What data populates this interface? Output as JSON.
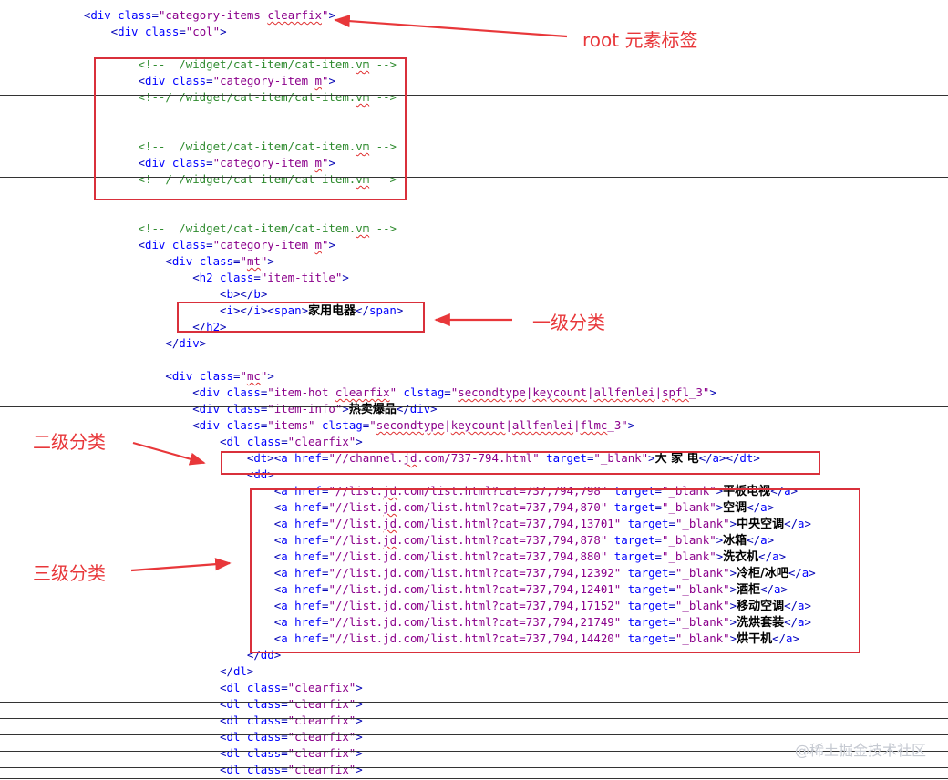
{
  "code_lines": [
    {
      "indent": "    ",
      "html": "&lt;<span class='k'>div</span> <span class='k'>class</span>=<span class='v'>\"category-items <span class='sq'>clearfix</span>\"</span>&gt;"
    },
    {
      "indent": "        ",
      "html": "&lt;<span class='k'>div</span> <span class='k'>class</span>=<span class='v'>\"col\"</span>&gt;"
    },
    {
      "indent": "",
      "html": ""
    },
    {
      "indent": "            ",
      "html": "<span class='c'>&lt;!--  /widget/cat-item/cat-item.<span class='sq'>vm</span> --&gt;</span>"
    },
    {
      "indent": "            ",
      "html": "&lt;<span class='k'>div</span> <span class='k'>class</span>=<span class='v'>\"category-item <span class='sq'>m</span>\"</span>&gt;"
    },
    {
      "indent": "            ",
      "html": "<span class='c'>&lt;!--/ /widget/cat-item/cat-item.<span class='sq'>vm</span> --&gt;</span>"
    },
    {
      "indent": "",
      "html": ""
    },
    {
      "indent": "",
      "html": ""
    },
    {
      "indent": "            ",
      "html": "<span class='c'>&lt;!--  /widget/cat-item/cat-item.<span class='sq'>vm</span> --&gt;</span>"
    },
    {
      "indent": "            ",
      "html": "&lt;<span class='k'>div</span> <span class='k'>class</span>=<span class='v'>\"category-item <span class='sq'>m</span>\"</span>&gt;"
    },
    {
      "indent": "            ",
      "html": "<span class='c'>&lt;!--/ /widget/cat-item/cat-item.<span class='sq'>vm</span> --&gt;</span>"
    },
    {
      "indent": "",
      "html": ""
    },
    {
      "indent": "",
      "html": ""
    },
    {
      "indent": "            ",
      "html": "<span class='c'>&lt;!--  /widget/cat-item/cat-item.<span class='sq'>vm</span> --&gt;</span>"
    },
    {
      "indent": "            ",
      "html": "&lt;<span class='k'>div</span> <span class='k'>class</span>=<span class='v'>\"category-item <span class='sq'>m</span>\"</span>&gt;"
    },
    {
      "indent": "                ",
      "html": "&lt;<span class='k'>div</span> <span class='k'>class</span>=<span class='v'>\"<span class='sq'>mt</span>\"</span>&gt;"
    },
    {
      "indent": "                    ",
      "html": "&lt;<span class='k'>h2</span> <span class='k'>class</span>=<span class='v'>\"item-title\"</span>&gt;"
    },
    {
      "indent": "                        ",
      "html": "&lt;<span class='k'>b</span>&gt;&lt;/<span class='k'>b</span>&gt;"
    },
    {
      "indent": "                        ",
      "html": "&lt;<span class='k'>i</span>&gt;&lt;/<span class='k'>i</span>&gt;&lt;<span class='k'>span</span>&gt;<span class='t'>家用电器</span>&lt;/<span class='k'>span</span>&gt;"
    },
    {
      "indent": "                    ",
      "html": "&lt;/<span class='k'>h2</span>&gt;"
    },
    {
      "indent": "                ",
      "html": "&lt;/<span class='k'>div</span>&gt;"
    },
    {
      "indent": "",
      "html": ""
    },
    {
      "indent": "                ",
      "html": "&lt;<span class='k'>div</span> <span class='k'>class</span>=<span class='v'>\"<span class='sq'>mc</span>\"</span>&gt;"
    },
    {
      "indent": "                    ",
      "html": "&lt;<span class='k'>div</span> <span class='k'>class</span>=<span class='v'>\"item-hot <span class='sq'>clearfix</span>\"</span> <span class='k'>clstag</span>=<span class='v'>\"<span class='sq'>secondtype</span>|<span class='sq'>keycount</span>|<span class='sq'>allfenlei</span>|<span class='sq'>spfl</span>_3\"</span>&gt;"
    },
    {
      "indent": "                    ",
      "html": "&lt;<span class='k'>div</span> <span class='k'>class</span>=<span class='v'>\"item-info\"</span>&gt;<span class='t'>热卖爆品</span>&lt;/<span class='k'>div</span>&gt;"
    },
    {
      "indent": "                    ",
      "html": "&lt;<span class='k'>div</span> <span class='k'>class</span>=<span class='v'>\"items\"</span> <span class='k'>clstag</span>=<span class='v'>\"<span class='sq'>secondtype</span>|<span class='sq'>keycount</span>|<span class='sq'>allfenlei</span>|<span class='sq'>flmc</span>_3\"</span>&gt;"
    },
    {
      "indent": "                        ",
      "html": "&lt;<span class='k'>dl</span> <span class='k'>class</span>=<span class='v'>\"clearfix\"</span>&gt;"
    },
    {
      "indent": "                            ",
      "html": "&lt;<span class='k'>dt</span>&gt;&lt;<span class='k'>a</span> <span class='k'>href</span>=<span class='v'>\"//channel.<span class='sq'>jd</span>.com/737-794.html\"</span> <span class='k'>target</span>=<span class='v'>\"_blank\"</span>&gt;<span class='t'>大 家 电</span>&lt;/<span class='k'>a</span>&gt;&lt;/<span class='k'>dt</span>&gt;"
    },
    {
      "indent": "                            ",
      "html": "&lt;<span class='k'>dd</span>&gt;"
    },
    {
      "indent": "                                ",
      "html": "&lt;<span class='k'>a</span> <span class='k'>href</span>=<span class='v'>\"//list.<span class='sq'>jd</span>.com/list.html?cat=737,794,798\"</span> <span class='k'>target</span>=<span class='v'>\"_blank\"</span>&gt;<span class='t'>平板电视</span>&lt;/<span class='k'>a</span>&gt;"
    },
    {
      "indent": "                                ",
      "html": "&lt;<span class='k'>a</span> <span class='k'>href</span>=<span class='v'>\"//list.<span class='sq'>jd</span>.com/list.html?cat=737,794,870\"</span> <span class='k'>target</span>=<span class='v'>\"_blank\"</span>&gt;<span class='t'>空调</span>&lt;/<span class='k'>a</span>&gt;"
    },
    {
      "indent": "                                ",
      "html": "&lt;<span class='k'>a</span> <span class='k'>href</span>=<span class='v'>\"//list.<span class='sq'>jd</span>.com/list.html?cat=737,794,13701\"</span> <span class='k'>target</span>=<span class='v'>\"_blank\"</span>&gt;<span class='t'>中央空调</span>&lt;/<span class='k'>a</span>&gt;"
    },
    {
      "indent": "                                ",
      "html": "&lt;<span class='k'>a</span> <span class='k'>href</span>=<span class='v'>\"//list.<span class='sq'>jd</span>.com/list.html?cat=737,794,878\"</span> <span class='k'>target</span>=<span class='v'>\"_blank\"</span>&gt;<span class='t'>冰箱</span>&lt;/<span class='k'>a</span>&gt;"
    },
    {
      "indent": "                                ",
      "html": "&lt;<span class='k'>a</span> <span class='k'>href</span>=<span class='v'>\"//list.jd.com/list.html?cat=737,794,880\"</span> <span class='k'>target</span>=<span class='v'>\"_blank\"</span>&gt;<span class='t'>洗衣机</span>&lt;/<span class='k'>a</span>&gt;"
    },
    {
      "indent": "                                ",
      "html": "&lt;<span class='k'>a</span> <span class='k'>href</span>=<span class='v'>\"//list.jd.com/list.html?cat=737,794,12392\"</span> <span class='k'>target</span>=<span class='v'>\"_blank\"</span>&gt;<span class='t'>冷柜/冰吧</span>&lt;/<span class='k'>a</span>&gt;"
    },
    {
      "indent": "                                ",
      "html": "&lt;<span class='k'>a</span> <span class='k'>href</span>=<span class='v'>\"//list.jd.com/list.html?cat=737,794,12401\"</span> <span class='k'>target</span>=<span class='v'>\"_blank\"</span>&gt;<span class='t'>酒柜</span>&lt;/<span class='k'>a</span>&gt;"
    },
    {
      "indent": "                                ",
      "html": "&lt;<span class='k'>a</span> <span class='k'>href</span>=<span class='v'>\"//list.jd.com/list.html?cat=737,794,17152\"</span> <span class='k'>target</span>=<span class='v'>\"_blank\"</span>&gt;<span class='t'>移动空调</span>&lt;/<span class='k'>a</span>&gt;"
    },
    {
      "indent": "                                ",
      "html": "&lt;<span class='k'>a</span> <span class='k'>href</span>=<span class='v'>\"//list.jd.com/list.html?cat=737,794,21749\"</span> <span class='k'>target</span>=<span class='v'>\"_blank\"</span>&gt;<span class='t'>洗烘套装</span>&lt;/<span class='k'>a</span>&gt;"
    },
    {
      "indent": "                                ",
      "html": "&lt;<span class='k'>a</span> <span class='k'>href</span>=<span class='v'>\"//list.jd.com/list.html?cat=737,794,14420\"</span> <span class='k'>target</span>=<span class='v'>\"_blank\"</span>&gt;<span class='t'>烘干机</span>&lt;/<span class='k'>a</span>&gt;"
    },
    {
      "indent": "                            ",
      "html": "&lt;/<span class='k'>dd</span>&gt;"
    },
    {
      "indent": "                        ",
      "html": "&lt;/<span class='k'>dl</span>&gt;"
    },
    {
      "indent": "                        ",
      "html": "&lt;<span class='k'>dl</span> <span class='k'>class</span>=<span class='v'>\"clearfix\"</span>&gt;"
    },
    {
      "indent": "                        ",
      "html": "&lt;<span class='k'>dl</span> <span class='k'>class</span>=<span class='v'>\"clearfix\"</span>&gt;"
    },
    {
      "indent": "                        ",
      "html": "&lt;<span class='k'>dl</span> <span class='k'>class</span>=<span class='v'>\"clearfix\"</span>&gt;"
    },
    {
      "indent": "                        ",
      "html": "&lt;<span class='k'>dl</span> <span class='k'>class</span>=<span class='v'>\"clearfix\"</span>&gt;"
    },
    {
      "indent": "                        ",
      "html": "&lt;<span class='k'>dl</span> <span class='k'>class</span>=<span class='v'>\"clearfix\"</span>&gt;"
    },
    {
      "indent": "                        ",
      "html": "&lt;<span class='k'>dl</span> <span class='k'>class</span>=<span class='v'>\"clearfix\"</span>&gt;"
    }
  ],
  "annotations": {
    "root": "root 元素标签",
    "level1": "一级分类",
    "level2": "二级分类",
    "level3": "三级分类"
  },
  "watermark": "@稀土掘金技术社区",
  "colors": {
    "annotation": "#e8373a",
    "tag": "#0000ff",
    "attr_value": "#8b008b",
    "comment": "#2e8b2e"
  }
}
